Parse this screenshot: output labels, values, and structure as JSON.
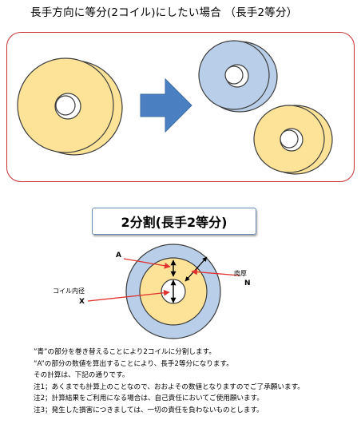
{
  "title": "長手方向に等分(2コイル)にしたい場合 （長手2等分）",
  "section_title": "2分割(長手2等分)",
  "diagram_labels": {
    "a": "A",
    "inner_diameter": "コイル内径",
    "x": "X",
    "thickness": "肉厚",
    "n": "N"
  },
  "colors": {
    "yellow_fill": "#fde398",
    "blue_fill": "#b9cfe9",
    "ring_stroke": "#3c3c3c",
    "arrow_fill": "#4a80c2",
    "red_arrow": "#e0322e",
    "panel_border": "#c8302f"
  },
  "notes": [
    "”青”の部分を巻き替えることにより2コイルに分割します。",
    "”A”の部分の数値を算出することにより、長手2等分になります。",
    "その計算は、下記の通りです。",
    "注1；あくまでも計算上のことなので、おおよその数値となりますのでご了承願います。",
    "注2；計算結果をご利用になる場合は、自己責任においてご使用願います。",
    "注3；発生した損害につきましては、一切の責任を負わないものとします。"
  ]
}
